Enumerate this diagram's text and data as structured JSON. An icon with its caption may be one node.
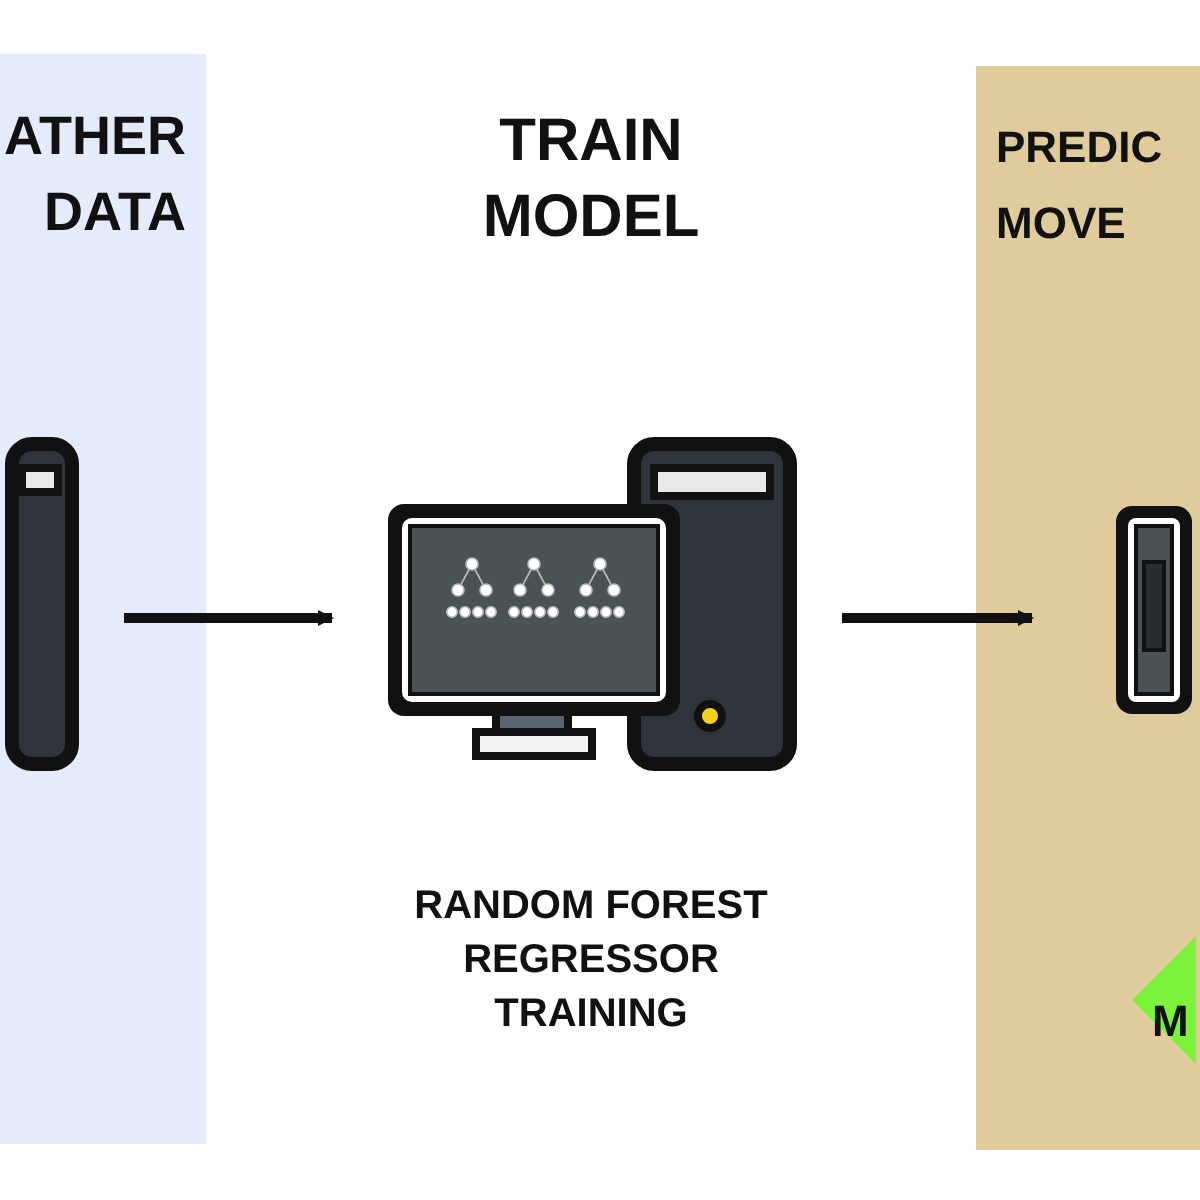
{
  "diagram": {
    "nodes": [
      {
        "text": [
          "ATHER DATA"
        ]
      },
      {
        "text": [],
        "shape": "picture",
        "in": 0
      },
      {
        "text": [],
        "shape": "picture",
        "beside": [
          "TRAIN MODEL",
          "RANDOM FOREST REGRESSOR TRAINING"
        ]
      },
      {
        "text": [
          "PREDIC MOVE"
        ]
      },
      {
        "text": [],
        "shape": "picture",
        "in": 3
      },
      {
        "text": [
          "M"
        ],
        "in": 3
      }
    ],
    "edges": [
      {
        "from": 1,
        "to": 2,
        "arrow": "to"
      },
      {
        "from": 2,
        "to": 4,
        "arrow": "to"
      }
    ]
  }
}
